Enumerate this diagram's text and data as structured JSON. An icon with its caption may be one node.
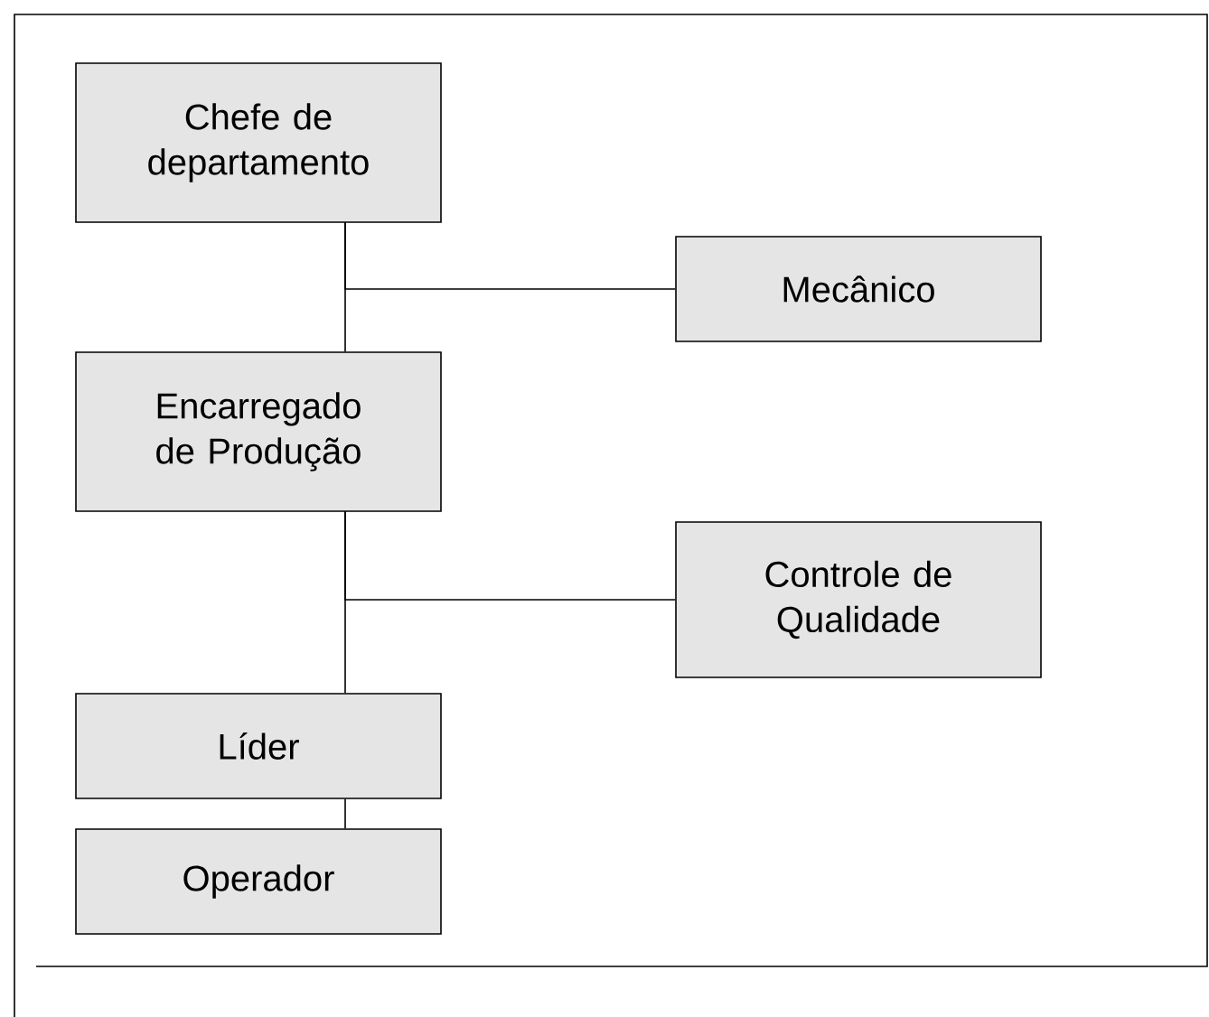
{
  "diagram": {
    "nodes": [
      {
        "text": [
          "Chefe de departamento"
        ]
      },
      {
        "text": [
          "Mecânico"
        ]
      },
      {
        "text": [
          "Encarregado de Produção"
        ]
      },
      {
        "text": [
          "Controle de Qualidade"
        ]
      },
      {
        "text": [
          "Líder"
        ]
      },
      {
        "text": [
          "Operador"
        ]
      }
    ],
    "edges": [
      {
        "from": 0,
        "to": 2,
        "arrow": "none"
      },
      {
        "from": 0,
        "to": 1,
        "arrow": "none"
      },
      {
        "from": 2,
        "to": 4,
        "arrow": "none"
      },
      {
        "from": 2,
        "to": 3,
        "arrow": "none"
      },
      {
        "from": 4,
        "to": 5,
        "arrow": "none"
      }
    ]
  }
}
